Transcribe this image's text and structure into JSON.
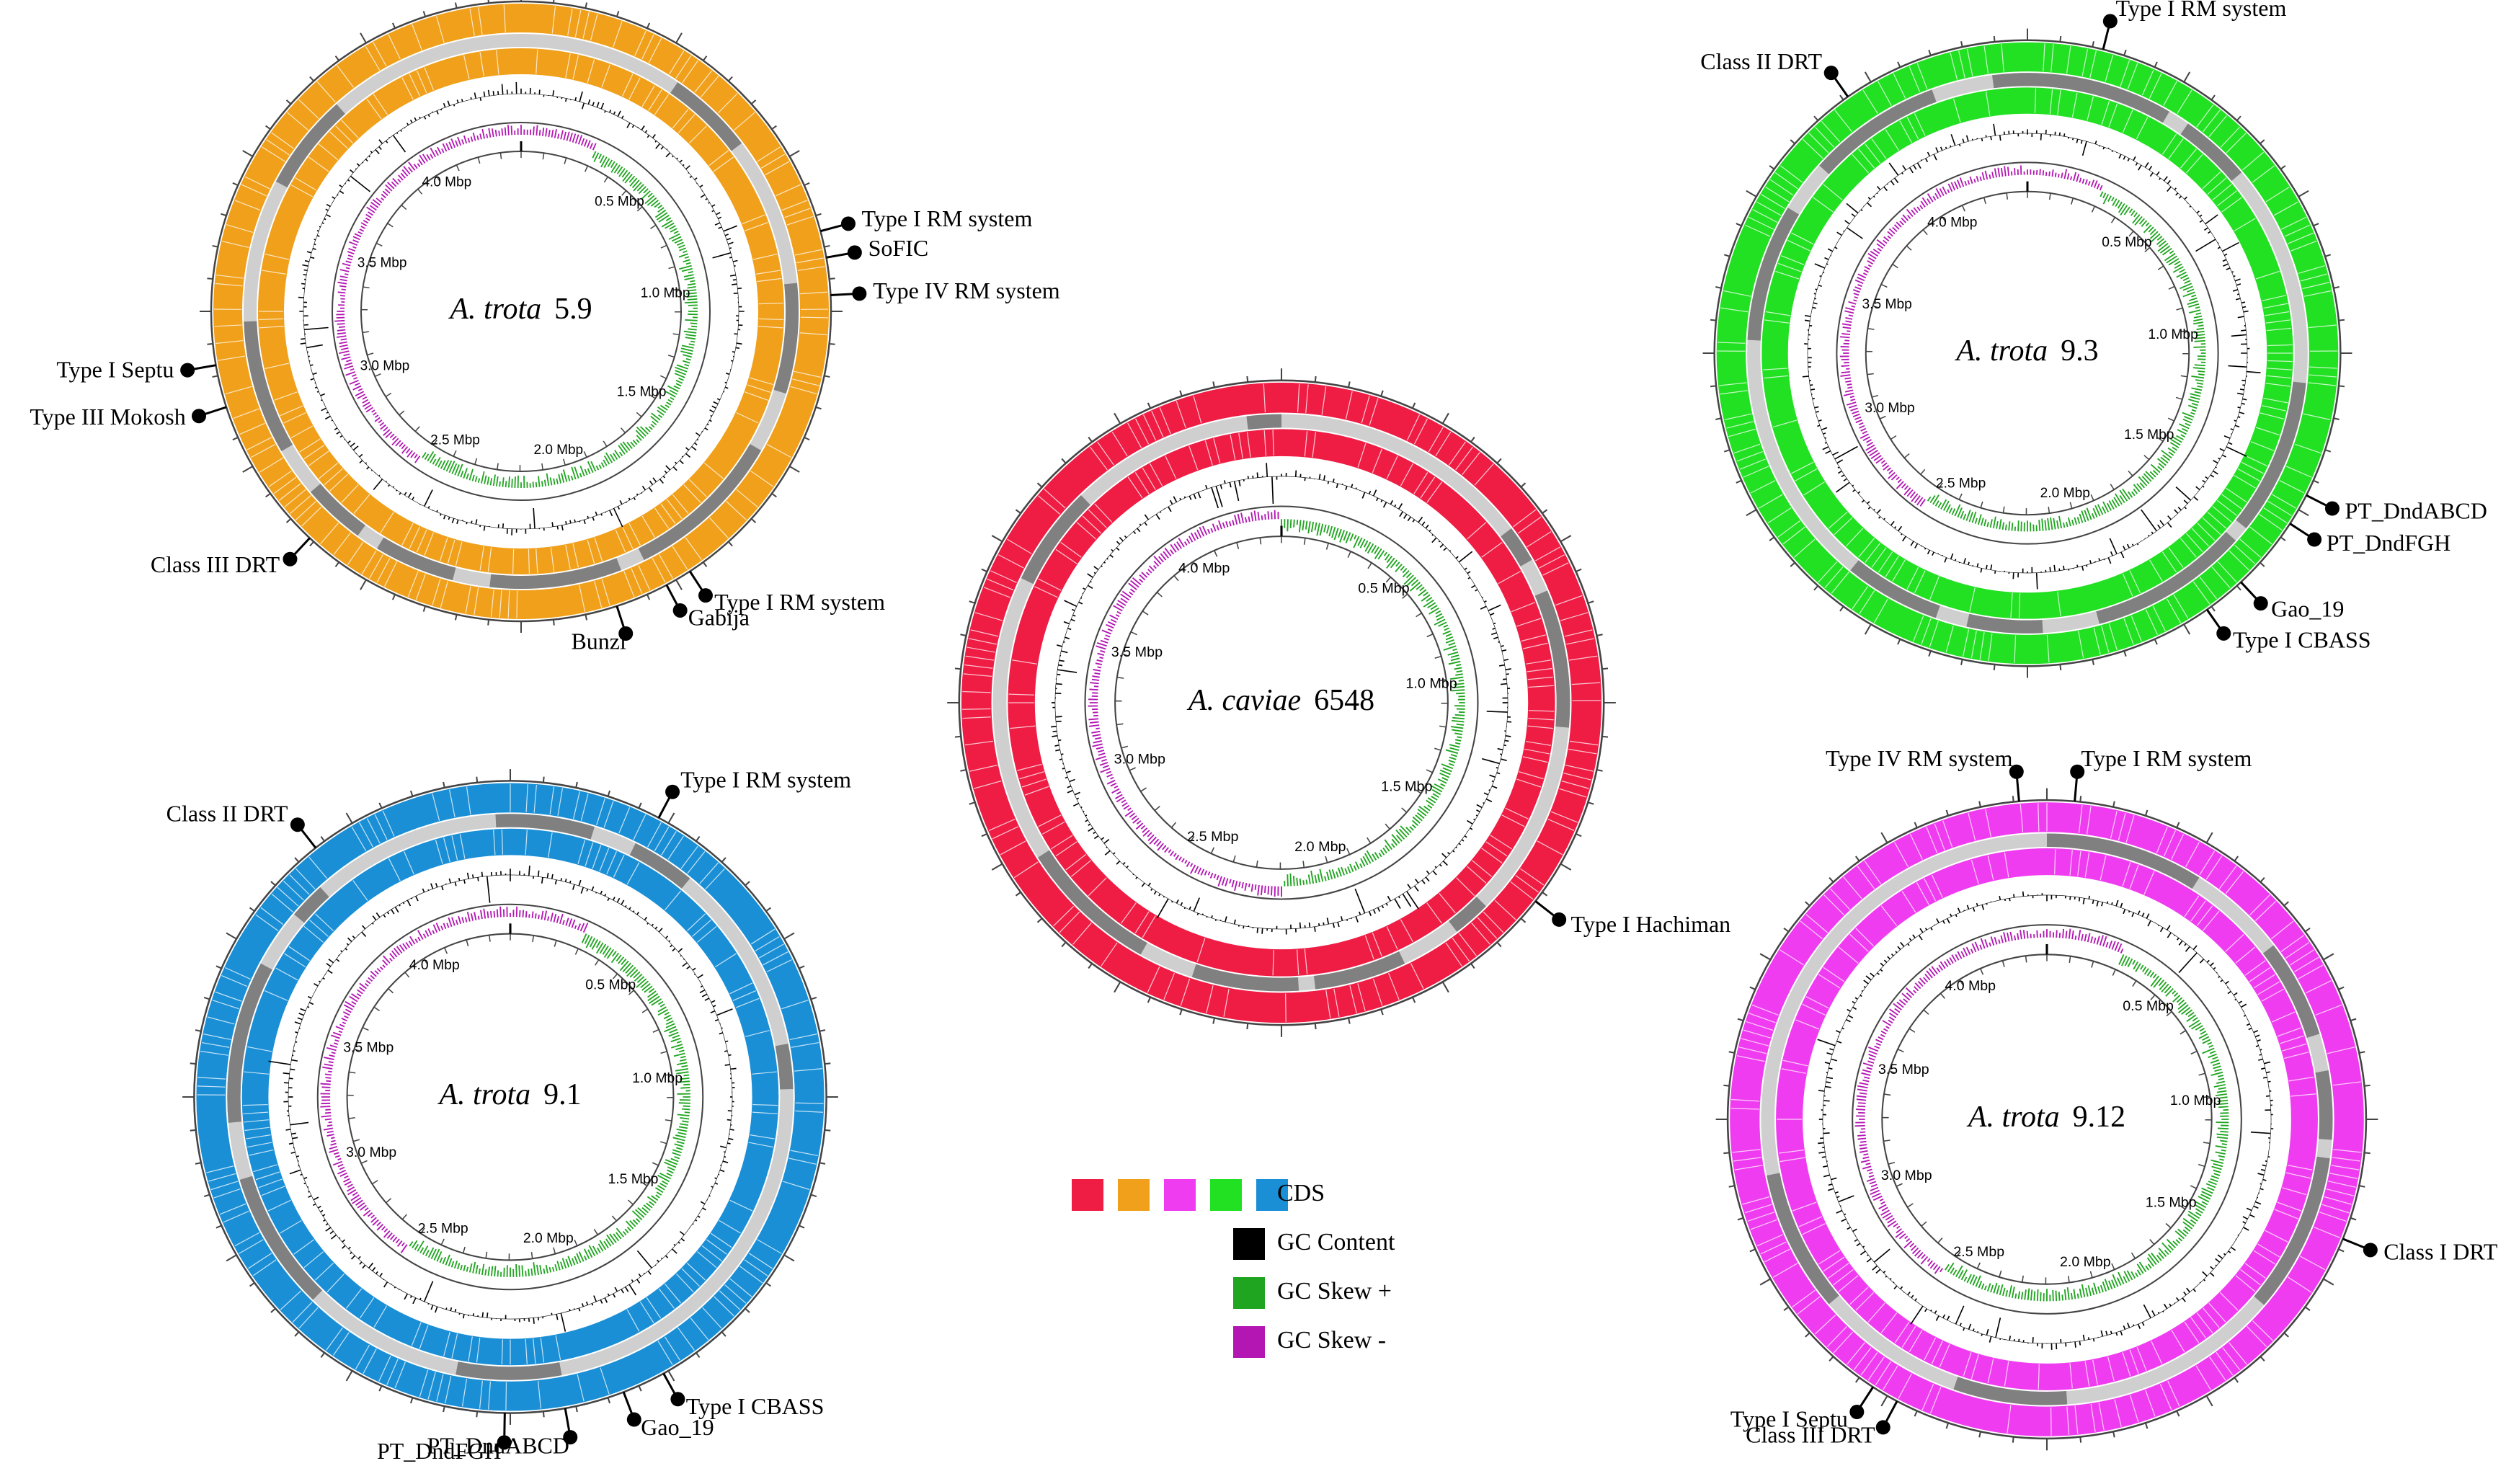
{
  "colors": {
    "gc_content": "#000000",
    "gc_skew_plus": "#1fa51f",
    "gc_skew_minus": "#b316b3",
    "backbone_light": "#cfcfcf",
    "backbone_dark": "#808080",
    "ring_line": "#444444"
  },
  "tick_labels": [
    "0.5 Mbp",
    "1.0 Mbp",
    "1.5 Mbp",
    "2.0 Mbp",
    "2.5 Mbp",
    "3.0 Mbp",
    "3.5 Mbp",
    "4.0 Mbp"
  ],
  "genomes": [
    {
      "id": "trota-5-9",
      "species": "A. trota",
      "strain": "5.9",
      "cds_color": "#f0a01a",
      "annotations": [
        {
          "label": "Type I RM system",
          "angle": 75,
          "side": "right"
        },
        {
          "label": "SoFIC",
          "angle": 80,
          "side": "right"
        },
        {
          "label": "Type IV RM system",
          "angle": 87,
          "side": "right"
        },
        {
          "label": "Type I RM system",
          "angle": 147,
          "side": "right"
        },
        {
          "label": "Gabija",
          "angle": 152,
          "side": "right"
        },
        {
          "label": "Bunzi",
          "angle": 162,
          "side": "left"
        },
        {
          "label": "Class III DRT",
          "angle": 223,
          "side": "left"
        },
        {
          "label": "Type III Mokosh",
          "angle": 252,
          "side": "left"
        },
        {
          "label": "Type I Septu",
          "angle": 260,
          "side": "left"
        }
      ]
    },
    {
      "id": "caviae-6548",
      "species": "A. caviae",
      "strain": "6548",
      "cds_color": "#ef1c44",
      "annotations": [
        {
          "label": "Type I Hachiman",
          "angle": 128,
          "side": "right"
        }
      ]
    },
    {
      "id": "trota-9-3",
      "species": "A. trota",
      "strain": "9.3",
      "cds_color": "#22e022",
      "annotations": [
        {
          "label": "Type I RM system",
          "angle": 14,
          "side": "right"
        },
        {
          "label": "PT_DndABCD",
          "angle": 117,
          "side": "right"
        },
        {
          "label": "PT_DndFGH",
          "angle": 123,
          "side": "right"
        },
        {
          "label": "Gao_19",
          "angle": 137,
          "side": "right"
        },
        {
          "label": "Type I CBASS",
          "angle": 145,
          "side": "right"
        },
        {
          "label": "Class II DRT",
          "angle": 325,
          "side": "left"
        }
      ]
    },
    {
      "id": "trota-9-1",
      "species": "A. trota",
      "strain": "9.1",
      "cds_color": "#1a8fd6",
      "annotations": [
        {
          "label": "Type I RM system",
          "angle": 28,
          "side": "right"
        },
        {
          "label": "Type I CBASS",
          "angle": 151,
          "side": "right"
        },
        {
          "label": "Gao_19",
          "angle": 159,
          "side": "right"
        },
        {
          "label": "PT_DndABCD",
          "angle": 170,
          "side": "left"
        },
        {
          "label": "PT_DndFGH",
          "angle": 181,
          "side": "left"
        },
        {
          "label": "Class II DRT",
          "angle": 322,
          "side": "left"
        }
      ]
    },
    {
      "id": "trota-9-12",
      "species": "A. trota",
      "strain": "9.12",
      "cds_color": "#f03cf0",
      "annotations": [
        {
          "label": "Type IV RM system",
          "angle": 355,
          "side": "left"
        },
        {
          "label": "Type I RM system",
          "angle": 5,
          "side": "right"
        },
        {
          "label": "Class I DRT",
          "angle": 112,
          "side": "right"
        },
        {
          "label": "Class III DRT",
          "angle": 208,
          "side": "left"
        },
        {
          "label": "Type I Septu",
          "angle": 213,
          "side": "left"
        }
      ]
    }
  ],
  "legend": {
    "swatch_colors": [
      "#ef1c44",
      "#f0a01a",
      "#f03cf0",
      "#22e022",
      "#1a8fd6"
    ],
    "items": [
      {
        "label": "CDS"
      },
      {
        "label": "GC Content",
        "color": "#000000"
      },
      {
        "label": "GC Skew +",
        "color": "#1fa51f"
      },
      {
        "label": "GC Skew -",
        "color": "#b316b3"
      }
    ]
  }
}
